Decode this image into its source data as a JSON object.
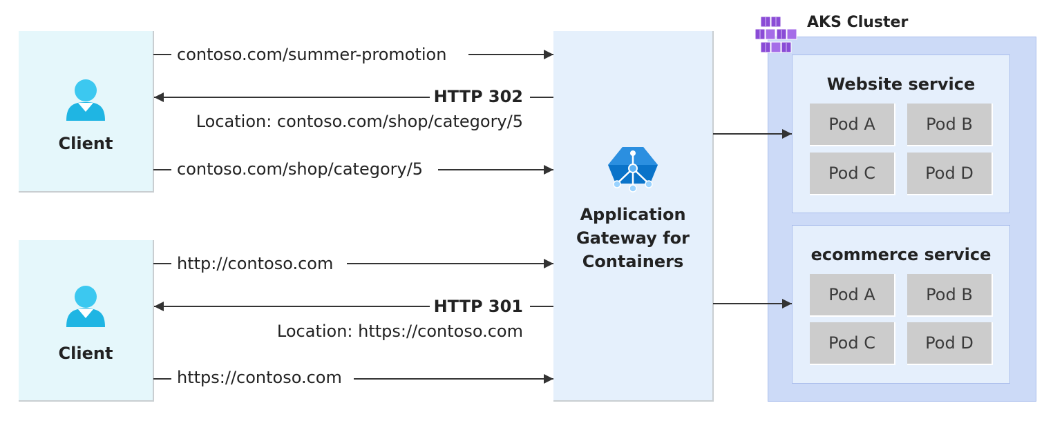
{
  "clients": [
    {
      "label": "Client"
    },
    {
      "label": "Client"
    }
  ],
  "flows": {
    "top": {
      "request1": "contoso.com/summer-promotion",
      "response_status": "HTTP 302",
      "response_location": "Location: contoso.com/shop/category/5",
      "request2": "contoso.com/shop/category/5"
    },
    "bottom": {
      "request1": "http://contoso.com",
      "response_status": "HTTP 301",
      "response_location": "Location: https://contoso.com",
      "request2": "https://contoso.com"
    }
  },
  "gateway": {
    "line1": "Application",
    "line2": "Gateway for",
    "line3": "Containers"
  },
  "aks": {
    "title": "AKS Cluster",
    "services": [
      {
        "title": "Website service",
        "pods": [
          "Pod A",
          "Pod B",
          "Pod C",
          "Pod D"
        ]
      },
      {
        "title": "ecommerce service",
        "pods": [
          "Pod A",
          "Pod B",
          "Pod C",
          "Pod D"
        ]
      }
    ]
  },
  "colors": {
    "client_fill": "#e5f7fb",
    "gateway_fill": "#e5f0fc",
    "aks_fill": "#ccdaf7",
    "service_fill": "#e5effc",
    "pod_fill": "#cccccc",
    "person_icon": "#1fb5e3",
    "gateway_icon": "#0a73c9",
    "aks_icon": "#8a4bd6",
    "arrow": "#333333"
  }
}
